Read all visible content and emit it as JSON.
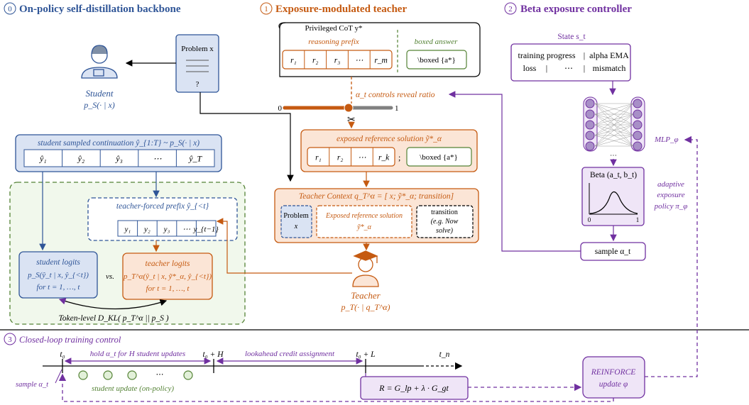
{
  "colors": {
    "blue": "#2f5597",
    "blue_fill": "#dae3f3",
    "orange": "#c55a11",
    "orange_fill": "#fbe5d6",
    "purple": "#7030a0",
    "purple_fill": "#efe5f7",
    "green": "#548235",
    "green_fill": "#e2f0d9",
    "green_dash": "#70ad47",
    "gray": "#808080"
  },
  "sections": {
    "s0": {
      "num": "0",
      "title": "On-policy self-distillation backbone"
    },
    "s1": {
      "num": "1",
      "title": "Exposure-modulated teacher"
    },
    "s2": {
      "num": "2",
      "title": "Beta exposure controller"
    },
    "s3": {
      "num": "3",
      "title": "Closed-loop training control"
    }
  },
  "student": {
    "label": "Student",
    "dist": "p_S(· | x)"
  },
  "problem_card": {
    "title": "Problem x",
    "mark": "?"
  },
  "sampled": {
    "title": "student sampled continuation ŷ_{1:T} ~ p_S(· | x)",
    "tokens": [
      "ŷ₁",
      "ŷ₂",
      "ŷ₃",
      "⋯",
      "ŷ_T"
    ]
  },
  "forced": {
    "title": "teacher-forced prefix ŷ_{<t}",
    "tokens": [
      "y₁",
      "y₂",
      "y₃",
      "⋯",
      "y_{t−1}"
    ]
  },
  "student_logits": {
    "title": "student logits",
    "line1": "p_S(ŷ_t | x, ŷ_{<t})",
    "line2": "for t = 1, …, t"
  },
  "vs": "vs.",
  "teacher_logits": {
    "title": "teacher logits",
    "line1": "p_T^α(ŷ_t | x, ỹ*_α, ŷ_{<t})",
    "line2": "for t = 1, …, t"
  },
  "kl": "Token-level D_KL( p_T^α || p_S )",
  "privileged": {
    "title": "Privileged CoT y*",
    "prefix_label": "reasoning prefix",
    "prefix_tokens": [
      "r₁",
      "r₂",
      "r₃",
      "⋯",
      "r_m"
    ],
    "boxed_label": "boxed answer",
    "boxed": "\\boxed {a*}"
  },
  "slider": {
    "min": "0",
    "max": "1",
    "value": 0.6,
    "caption": "α_t controls reveal ratio"
  },
  "exposed": {
    "title": "exposed reference solution ỹ*_α",
    "tokens": [
      "r₁",
      "r₂",
      "⋯",
      "r_k"
    ],
    "sep": ";",
    "boxed": "\\boxed {a*}"
  },
  "teacher_ctx": {
    "title": "Teacher Context q_T^α = [ x; ỹ*_α; transition]",
    "problem": "Problem",
    "problem_var": "x",
    "exposed": "Exposed reference solution",
    "exposed_var": "ỹ*_α",
    "transition": "transition",
    "transition_note1": "(e.g. Now",
    "transition_note2": "solve)"
  },
  "teacher": {
    "label": "Teacher",
    "dist": "p_T(· | q_T^α)"
  },
  "controller": {
    "state_label": "State s_t",
    "row1a": "training progress",
    "row1b": "|",
    "row1c": "alpha EMA",
    "row2a": "loss",
    "row2b": "|",
    "row2c": "⋯",
    "row2d": "|",
    "row2e": "mismatch",
    "mlp": "MLP_φ",
    "dots": "⋯",
    "beta_title": "Beta (a_t, b_t)",
    "beta_0": "0",
    "beta_1": "1",
    "policy1": "adaptive",
    "policy2": "exposure",
    "policy3": "policy π_φ",
    "sample": "sample α_t"
  },
  "timeline": {
    "t0": "t₀",
    "t0H": "t₀ + H",
    "t0L": "t₀ + L",
    "tn": "t_n",
    "hold": "hold α_t for H student updates",
    "lookahead": "lookahead credit assignment",
    "sample": "sample α_t",
    "update": "student update (on-policy)",
    "dots": "⋯",
    "reward": "R = G_lp + λ · G_gt",
    "reinforce1": "REINFORCE",
    "reinforce2": "update φ"
  }
}
